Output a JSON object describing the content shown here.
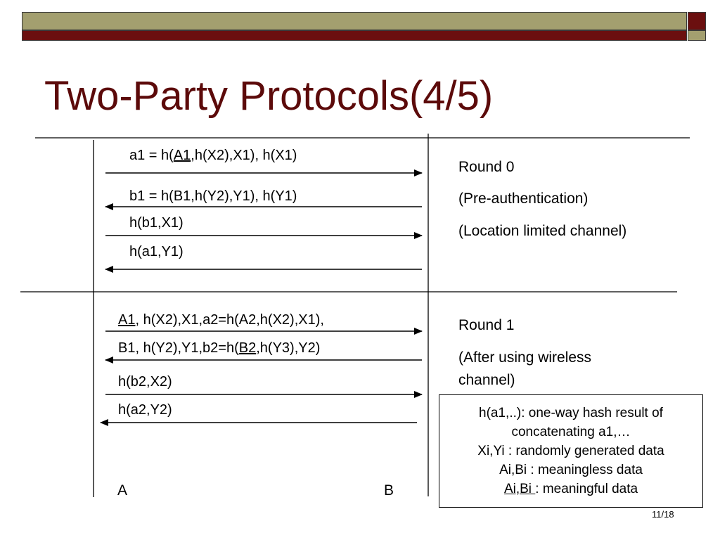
{
  "title": "Two-Party Protocols(4/5)",
  "parties": {
    "left": "A",
    "right": "B"
  },
  "round0": {
    "heading": "Round 0",
    "notes": [
      "(Pre-authentication)",
      "(Location limited channel)"
    ],
    "messages": [
      {
        "pre": "a1 = h(",
        "u": "A1",
        "post": ",h(X2),X1), h(X1)",
        "direction": "A-to-B"
      },
      {
        "pre": "b1 = h(B1,h(Y2),Y1), h(Y1)",
        "u": "",
        "post": "",
        "direction": "B-to-A"
      },
      {
        "pre": "h(b1,X1)",
        "u": "",
        "post": "",
        "direction": "A-to-B"
      },
      {
        "pre": "h(a1,Y1)",
        "u": "",
        "post": "",
        "direction": "B-to-A"
      }
    ]
  },
  "round1": {
    "heading": "Round 1",
    "notes": [
      "(After using wireless",
      "channel)"
    ],
    "messages": [
      {
        "pre": "",
        "u": "A1",
        "post": ", h(X2),X1,a2=h(A2,h(X2),X1),",
        "direction": "A-to-B"
      },
      {
        "pre": "B1, h(Y2),Y1,b2=h(",
        "u": "B2",
        "post": ",h(Y3),Y2)",
        "direction": "B-to-A"
      },
      {
        "pre": "h(b2,X2)",
        "u": "",
        "post": "",
        "direction": "A-to-B"
      },
      {
        "pre": "h(a2,Y2)",
        "u": "",
        "post": "",
        "direction": "B-to-A"
      }
    ]
  },
  "legend": {
    "line1": "h(a1,..): one-way hash result of",
    "line2": "concatenating a1,…",
    "line3": "Xi,Yi : randomly generated data",
    "line4": "Ai,Bi : meaningless data",
    "line5_u": "Ai,Bi ",
    "line5_rest": ": meaningful data"
  },
  "page_number": "11/18",
  "colors": {
    "olive": "#a39f6f",
    "maroon": "#6b0f0f",
    "title": "#5c0a0a"
  }
}
